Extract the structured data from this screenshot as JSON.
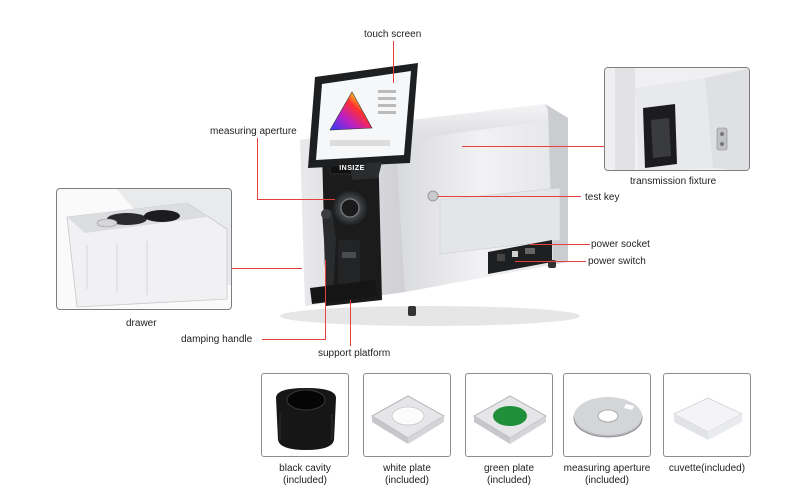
{
  "labels": {
    "touch_screen": "touch screen",
    "measuring_aperture": "measuring aperture",
    "transmission_fixture": "transmission fixture",
    "test_key": "test key",
    "power_socket": "power socket",
    "power_switch": "power switch",
    "drawer": "drawer",
    "damping_handle": "damping handle",
    "support_platform": "support platform"
  },
  "brand": "INSIZE",
  "accessories": [
    {
      "line1": "black cavity",
      "line2": "(included)"
    },
    {
      "line1": "white plate",
      "line2": "(included)"
    },
    {
      "line1": "green plate",
      "line2": "(included)"
    },
    {
      "line1": "measuring aperture",
      "line2": "(included)"
    },
    {
      "line1": "cuvette(included)",
      "line2": ""
    }
  ],
  "colors": {
    "callout": "#e8403c",
    "device_body": "#ebebed",
    "front_panel": "#1b1b1b",
    "green_plate": "#1f8f3a"
  }
}
